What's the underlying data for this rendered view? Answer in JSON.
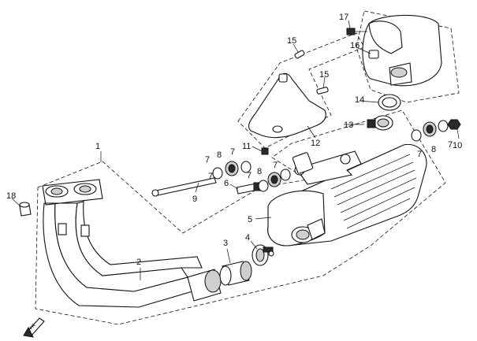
{
  "diagram": {
    "callouts": [
      {
        "id": "1",
        "label": "1"
      },
      {
        "id": "2",
        "label": "2"
      },
      {
        "id": "3",
        "label": "3"
      },
      {
        "id": "4",
        "label": "4"
      },
      {
        "id": "5",
        "label": "5"
      },
      {
        "id": "6",
        "label": "6"
      },
      {
        "id": "7a",
        "label": "7"
      },
      {
        "id": "7b",
        "label": "7"
      },
      {
        "id": "7c",
        "label": "7"
      },
      {
        "id": "7d",
        "label": "7"
      },
      {
        "id": "7e",
        "label": "7"
      },
      {
        "id": "7f",
        "label": "7"
      },
      {
        "id": "8a",
        "label": "8"
      },
      {
        "id": "8b",
        "label": "8"
      },
      {
        "id": "8c",
        "label": "8"
      },
      {
        "id": "9",
        "label": "9"
      },
      {
        "id": "10",
        "label": "10"
      },
      {
        "id": "11",
        "label": "11"
      },
      {
        "id": "12",
        "label": "12"
      },
      {
        "id": "13",
        "label": "13"
      },
      {
        "id": "14",
        "label": "14"
      },
      {
        "id": "15a",
        "label": "15"
      },
      {
        "id": "15b",
        "label": "15"
      },
      {
        "id": "16",
        "label": "16"
      },
      {
        "id": "17",
        "label": "17"
      },
      {
        "id": "18",
        "label": "18"
      }
    ],
    "direction_marker": "FR"
  }
}
